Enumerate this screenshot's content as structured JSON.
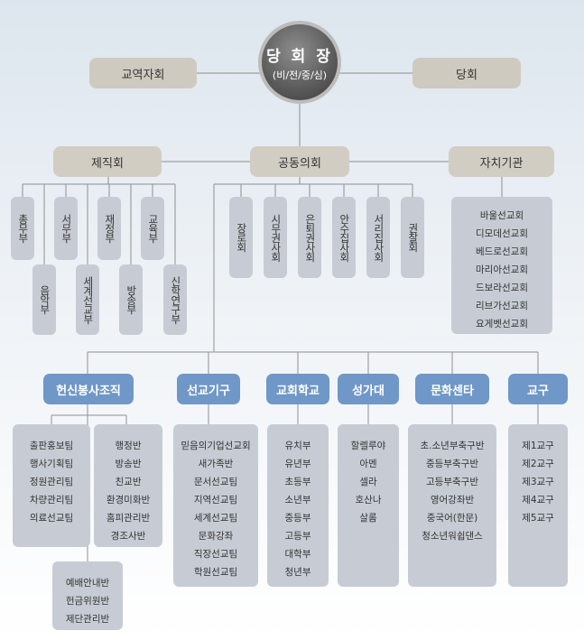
{
  "center": {
    "title": "당 회 장",
    "subtitle": "(비/전/중/심)"
  },
  "top": {
    "left": "교역자회",
    "right": "당회"
  },
  "level2": {
    "left": "제직회",
    "mid": "공동의회",
    "right": "자치기관"
  },
  "jejik_upper": [
    "총무부",
    "서무부",
    "재정부",
    "교육부"
  ],
  "jejik_lower": [
    "음악부",
    "세계선교부",
    "방송부",
    "신학연구부"
  ],
  "gongdong": [
    "장로회",
    "시무권사회",
    "은퇴권사회",
    "안수집사회",
    "서리집사회",
    "권찰회"
  ],
  "jachi": [
    "바울선교회",
    "디모데선교회",
    "베드로선교회",
    "마리아선교회",
    "드보라선교회",
    "리브가선교회",
    "요게벳선교회"
  ],
  "bottom_heads": [
    "헌신봉사조직",
    "선교기구",
    "교회학교",
    "성가대",
    "문화센타",
    "교구"
  ],
  "heonsin_a": [
    "출판홍보팀",
    "행사기획팀",
    "정원관리팀",
    "차량관리팀",
    "의료선교팀"
  ],
  "heonsin_b": [
    "행정반",
    "방송반",
    "친교반",
    "환경미화반",
    "홈피관리반",
    "경조사반"
  ],
  "heonsin_c": [
    "예배안내반",
    "헌금위원반",
    "제단관리반"
  ],
  "seongyo": [
    "믿음의기업선교회",
    "새가족반",
    "문서선교팀",
    "지역선교팀",
    "세계선교팀",
    "문화강좌",
    "직장선교팀",
    "학원선교팀"
  ],
  "school": [
    "유치부",
    "유년부",
    "초등부",
    "소년부",
    "중등부",
    "고등부",
    "대학부",
    "청년부"
  ],
  "choir": [
    "할렐루야",
    "아멘",
    "셀라",
    "호산나",
    "살롬"
  ],
  "culture": [
    "초.소년부축구반",
    "중등부축구반",
    "고등부축구반",
    "영어강좌반",
    "중국어(한문)",
    "청소년워쉽댄스"
  ],
  "gyogu": [
    "제1교구",
    "제2교구",
    "제3교구",
    "제4교구",
    "제5교구"
  ]
}
